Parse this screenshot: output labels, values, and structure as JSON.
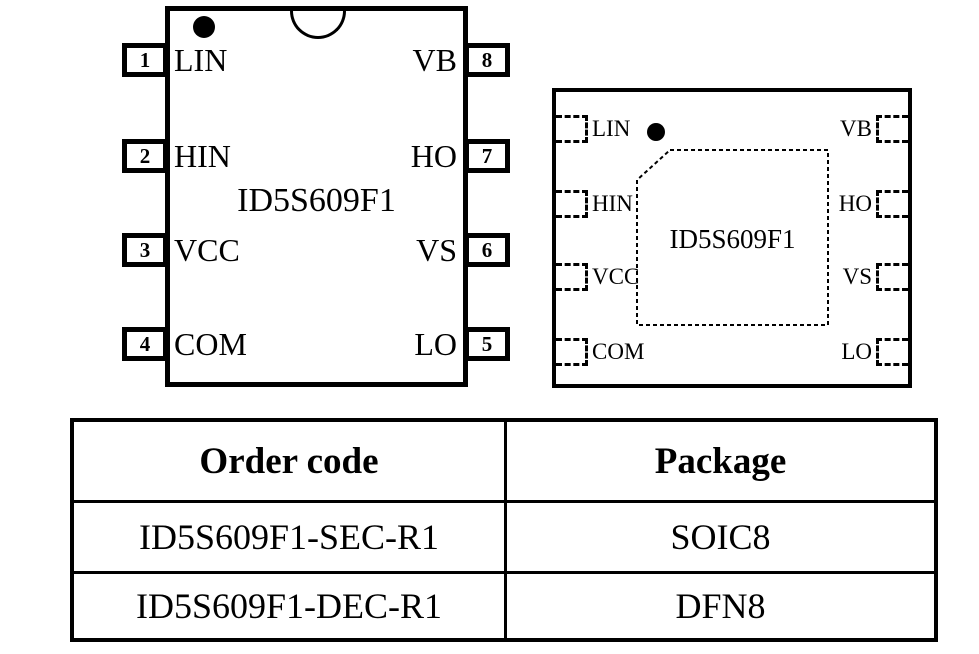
{
  "page": {
    "background": "#ffffff",
    "ink": "#000000"
  },
  "soic8_diagram": {
    "part_number": "ID5S609F1",
    "left_pins": [
      {
        "number": "1",
        "label": "LIN"
      },
      {
        "number": "2",
        "label": "HIN"
      },
      {
        "number": "3",
        "label": "VCC"
      },
      {
        "number": "4",
        "label": "COM"
      }
    ],
    "right_pins": [
      {
        "number": "8",
        "label": "VB"
      },
      {
        "number": "7",
        "label": "HO"
      },
      {
        "number": "6",
        "label": "VS"
      },
      {
        "number": "5",
        "label": "LO"
      }
    ]
  },
  "dfn8_diagram": {
    "part_number": "ID5S609F1",
    "left_pins": [
      {
        "label": "LIN"
      },
      {
        "label": "HIN"
      },
      {
        "label": "VCC"
      },
      {
        "label": "COM"
      }
    ],
    "right_pins": [
      {
        "label": "VB"
      },
      {
        "label": "HO"
      },
      {
        "label": "VS"
      },
      {
        "label": "LO"
      }
    ]
  },
  "order_table": {
    "headers": [
      "Order code",
      "Package"
    ],
    "rows": [
      [
        "ID5S609F1-SEC-R1",
        "SOIC8"
      ],
      [
        "ID5S609F1-DEC-R1",
        "DFN8"
      ]
    ]
  }
}
